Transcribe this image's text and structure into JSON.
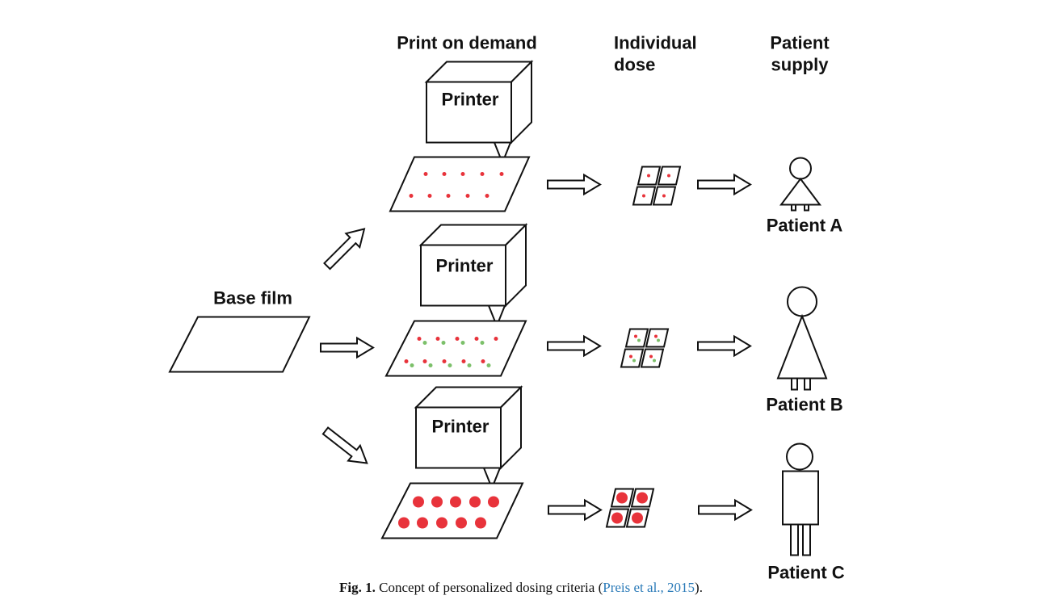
{
  "headers": {
    "print": "Print on demand",
    "dose_line1": "Individual",
    "dose_line2": "dose",
    "supply_line1": "Patient",
    "supply_line2": "supply"
  },
  "base_film_label": "Base film",
  "printer_label": "Printer",
  "patients": [
    "Patient A",
    "Patient B",
    "Patient C"
  ],
  "caption": {
    "fig_label": "Fig. 1.",
    "text": "Concept of personalized dosing criteria (",
    "citation": "Preis et al., 2015",
    "close": ")."
  },
  "colors": {
    "dose_red": "#e8333b",
    "dose_green": "#7cc06a",
    "line": "#111111",
    "citation": "#2a7ab8"
  }
}
